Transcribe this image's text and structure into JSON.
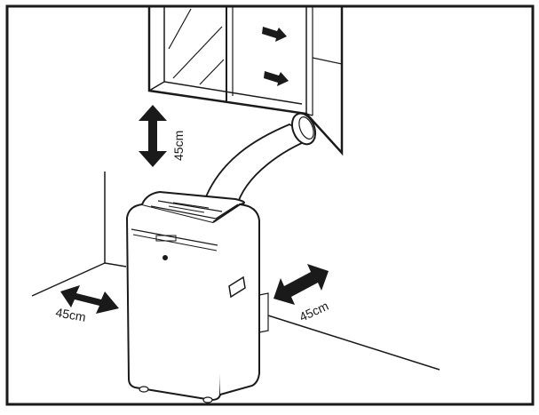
{
  "labels": {
    "clearance_top": "45cm",
    "clearance_left": "45cm",
    "clearance_right": "45cm"
  },
  "colors": {
    "line": "#1a1a1a",
    "background": "#ffffff",
    "arrow_fill": "#1a1a1a"
  },
  "icons": {
    "airflow": "arrow-right-icon",
    "clearance": "double-arrow-icon"
  }
}
